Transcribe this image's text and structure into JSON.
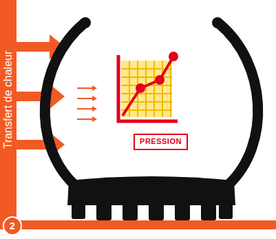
{
  "diagram": {
    "nodes": [
      {
        "text": [
          "Transfert de chaleur"
        ]
      },
      {
        "text": [
          "PRESSION"
        ]
      },
      {
        "text": [
          "2"
        ]
      }
    ]
  }
}
